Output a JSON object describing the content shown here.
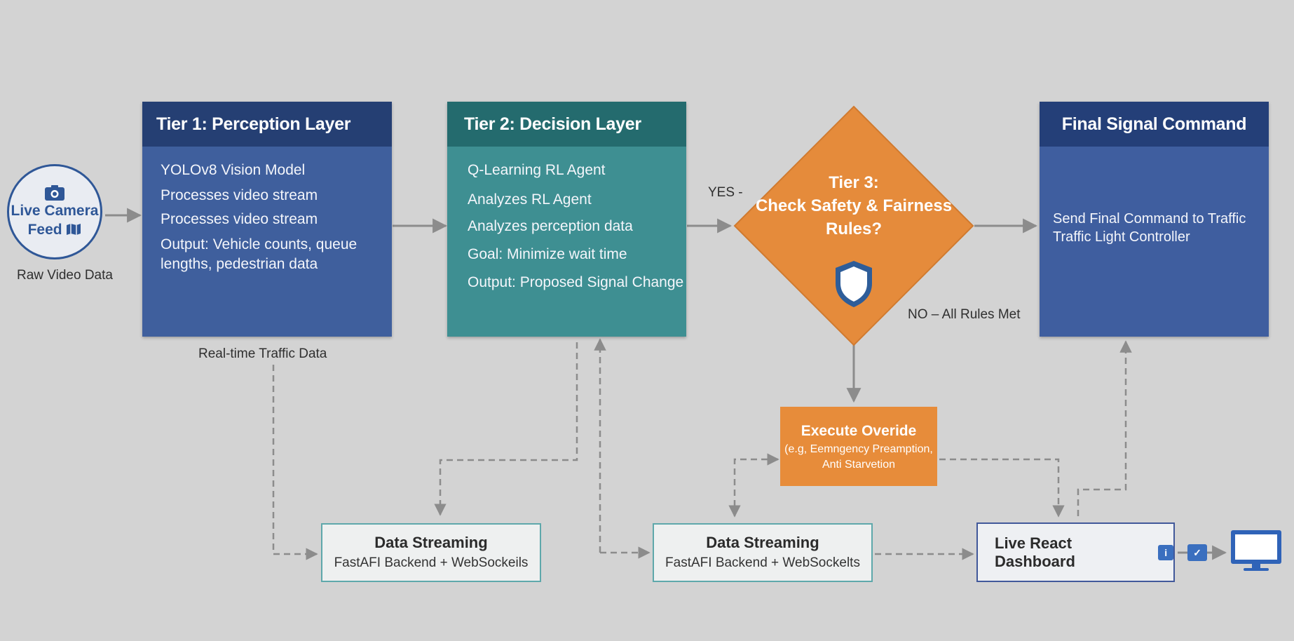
{
  "camera": {
    "line1": "Live Camera",
    "line2": "Feed",
    "caption": "Raw Video Data"
  },
  "tier1": {
    "title": "Tier 1: Perception Layer",
    "lines": [
      "YOLOv8 Vision Model",
      "Processes video stream",
      "Processes video stream",
      "Output: Vehicle counts, queue",
      "lengths, pedestrian data"
    ],
    "caption": "Real-time Traffic Data"
  },
  "tier2": {
    "title": "Tier 2: Decision Layer",
    "lines": [
      "Q-Learning RL Agent",
      "Analyzes RL Agent",
      "Analyzes perception data",
      "Goal: Minimize wait time",
      "Output: Proposed Signal Change"
    ]
  },
  "tier3": {
    "line1": "Tier 3:",
    "line2": "Check Safety & Fairness",
    "line3": "Rules?",
    "yes_label": "YES -",
    "no_label": "NO – All Rules Met"
  },
  "final": {
    "title": "Final Signal Command",
    "line1": "Send Final Command to Traffic",
    "line2": "Traffic Light Controller"
  },
  "override": {
    "title": "Execute Overide",
    "line1": "(e.g, Eemngency Preamption,",
    "line2": "Anti Starvetion"
  },
  "stream1": {
    "title": "Data Streaming",
    "subtitle": "FastAFI Backend + WebSockeils"
  },
  "stream2": {
    "title": "Data Streaming",
    "subtitle": "FastAFI Backend + WebSockelts"
  },
  "dashboard": {
    "title": "Live React Dashboard"
  },
  "colors": {
    "tier1_head": "#253f73",
    "tier1_body": "#3f5f9d",
    "tier2_head": "#246b6e",
    "tier2_body": "#3e8f92",
    "final_head": "#243f78",
    "final_body": "#3f5e9f",
    "diamond": "#e58b3b",
    "override": "#e78c3a",
    "arrow": "#8c8c8c"
  }
}
